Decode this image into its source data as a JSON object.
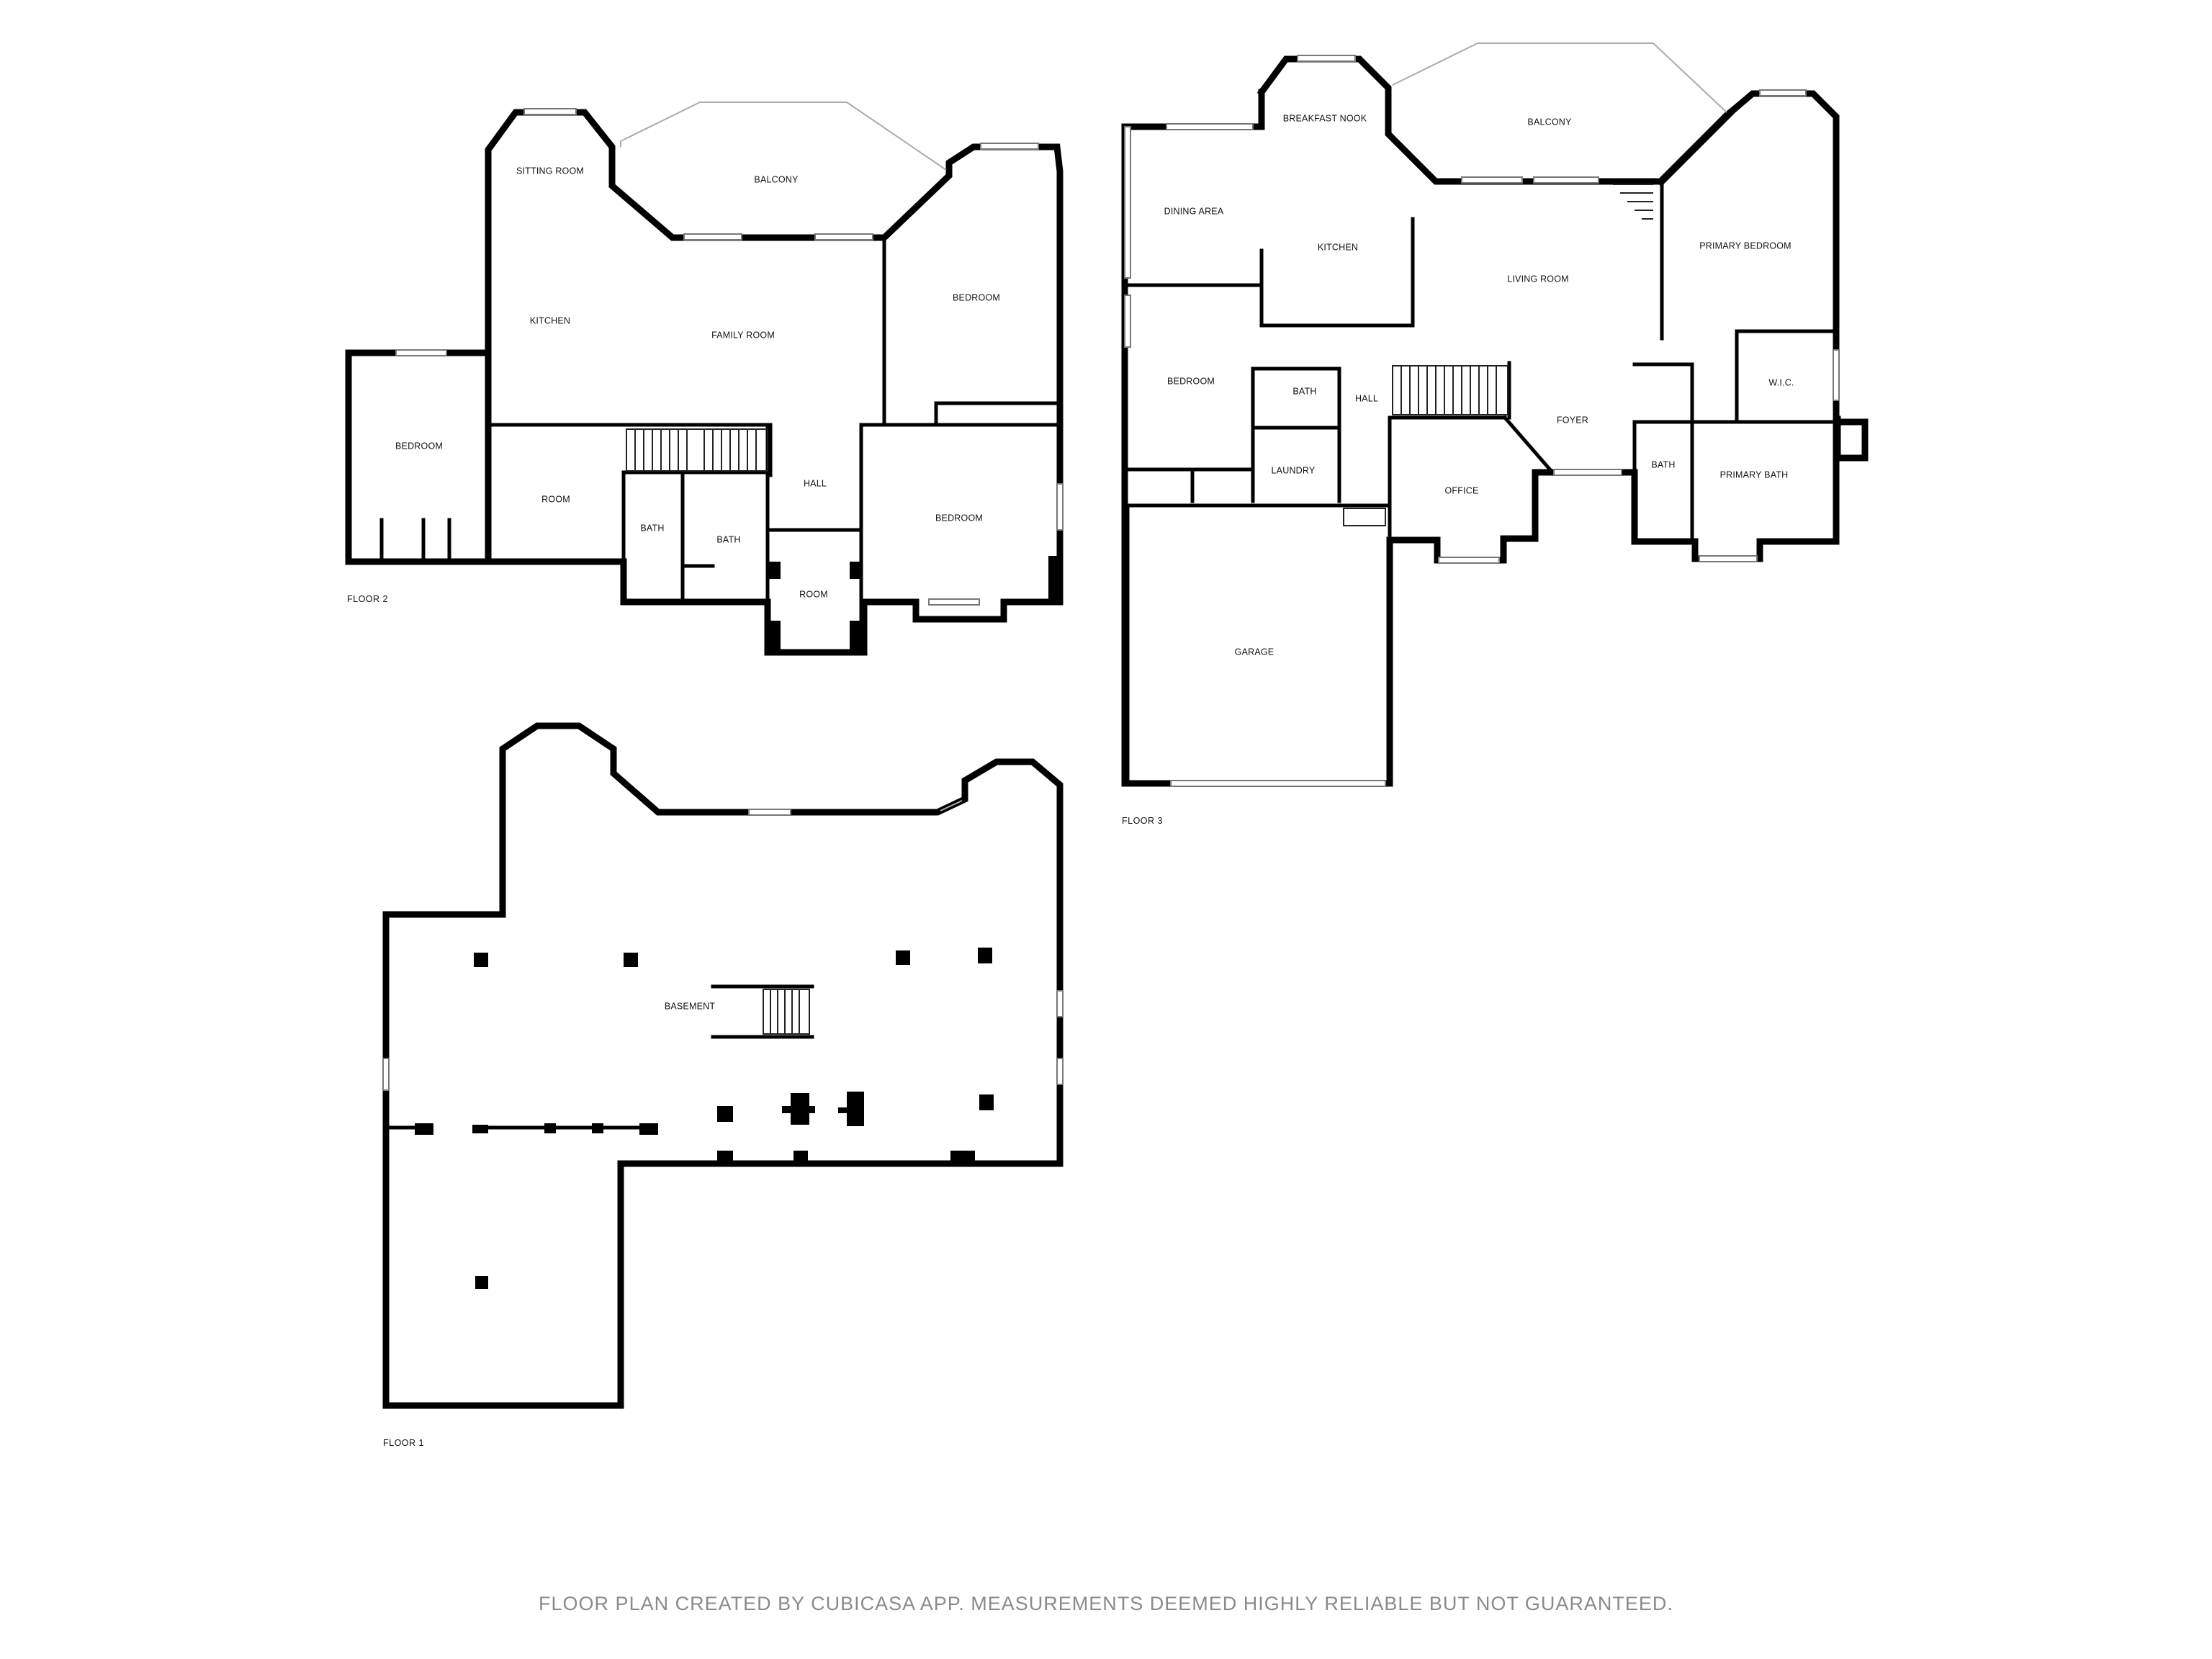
{
  "floors": [
    {
      "id": "floor-2",
      "label": "FLOOR 2",
      "rooms": [
        "SITTING ROOM",
        "BALCONY",
        "KITCHEN",
        "FAMILY ROOM",
        "BEDROOM",
        "BEDROOM",
        "ROOM",
        "HALL",
        "BATH",
        "BATH",
        "BEDROOM",
        "ROOM"
      ]
    },
    {
      "id": "floor-3",
      "label": "FLOOR 3",
      "rooms": [
        "BREAKFAST NOOK",
        "BALCONY",
        "DINING AREA",
        "KITCHEN",
        "LIVING ROOM",
        "PRIMARY BEDROOM",
        "BEDROOM",
        "BATH",
        "HALL",
        "W.I.C.",
        "FOYER",
        "LAUNDRY",
        "OFFICE",
        "BATH",
        "PRIMARY BATH",
        "GARAGE"
      ]
    },
    {
      "id": "floor-1",
      "label": "FLOOR 1",
      "rooms": [
        "BASEMENT"
      ]
    }
  ],
  "footer": "FLOOR PLAN CREATED BY CUBICASA APP. MEASUREMENTS DEEMED HIGHLY RELIABLE BUT NOT GUARANTEED.",
  "colors": {
    "walls": "#000000",
    "background": "#ffffff",
    "footer_text": "#8a8a8a",
    "windows": "#777777"
  }
}
